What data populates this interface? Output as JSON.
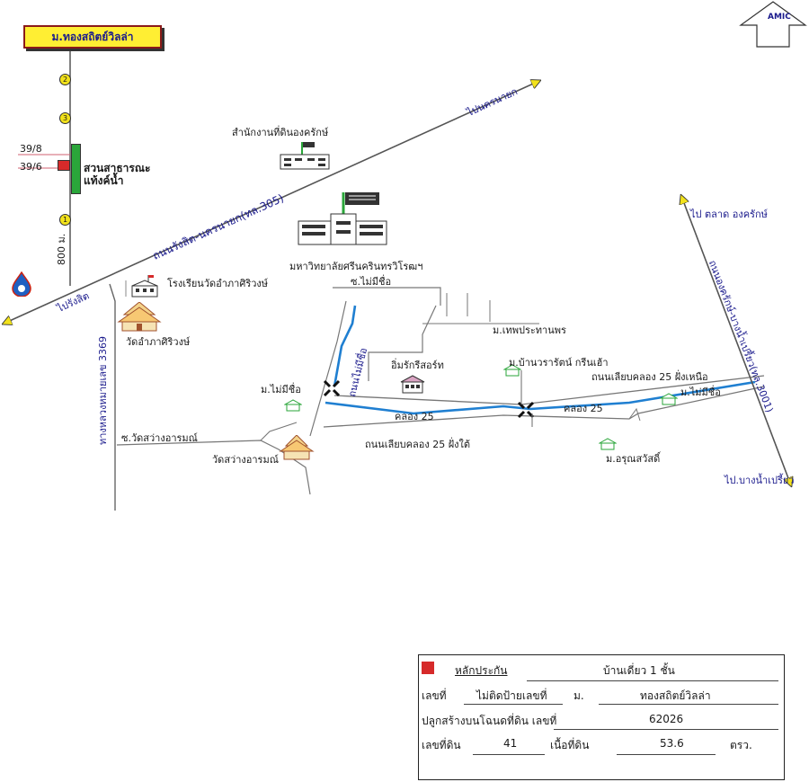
{
  "map": {
    "village_label": "ม.ทองสถิตย์วิลล่า",
    "compass": "AMIC",
    "markers": {
      "m2": "2",
      "m3": "3",
      "m1": "1"
    },
    "lot_39_8": "39/8",
    "lot_39_6": "39/6",
    "park": "สวนสาธารณะ แท้งค์น้ำ",
    "distance": "800 ม.",
    "to_nakhonnayok": "ไปนครนายก",
    "to_rangsit": "ไปรังสิต",
    "road_rangsit_nakhonnayok": "ถนนรังสิต-นครนายก(ทล.305)",
    "land_office": "สำนักงานที่ดินองครักษ์",
    "university": "มหาวิทยาลัยศรีนครินทรวิโรฒฯ",
    "soi_noname_top": "ซ.ไม่มีชื่อ",
    "school": "โรงเรียนวัดอำภาศิริวงษ์",
    "temple_ampa": "วัดอำภาศิริวงษ์",
    "m_theppratan": "ม.เทพประทานพร",
    "highway_3369": "ทางหลวงหมายเลข 3369",
    "soi_noname_side": "ถนนไม่มีชื่อ",
    "eimrak_resort": "อิ่มรักรีสอร์ท",
    "m_baanwararat": "ม.บ้านวรารัตน์ กรีนเฮ้า",
    "to_talad_ongkharak": "ไป ตลาด องครักษ์",
    "road_khlong25_north": "ถนนเลียบคลอง 25 ฝั่งเหนือ",
    "m_noname_left": "ม.ไม่มีชื่อ",
    "m_noname_right": "ม.ไม่มีชื่อ",
    "khlong25_a": "คลอง 25",
    "khlong25_b": "คลอง 25",
    "road_ongkharak": "ถนนองครักษ์-บางน้ำเปรี้ยว(ทล.3001)",
    "soi_watsawang": "ซ.วัดสว่างอารมณ์",
    "road_khlong25_south": "ถนนเลียบคลอง 25 ฝั่งใต้",
    "temple_sawang": "วัดสว่างอารมณ์",
    "m_arunsawat": "ม.อรุณสวัสดิ์",
    "to_bangnampriao": "ไป.บางน้ำเปรี้ยว"
  },
  "legend": {
    "title": "หลักประกัน",
    "type": "บ้านเดี่ยว 1 ชั้น",
    "no_label": "เลขที่",
    "no_value": "ไม่ติดป้ายเลขที่",
    "village_label": "ม.",
    "village_value": "ทองสถิตย์วิลล่า",
    "deed_label": "ปลูกสร้างบนโฉนดที่ดิน เลขที่",
    "deed_value": "62026",
    "land_no_label": "เลขที่ดิน",
    "land_no_value": "41",
    "area_label": "เนื้อที่ดิน",
    "area_value": "53.6",
    "area_unit": "ตรว.",
    "swatch_color": "#d62a2a"
  },
  "colors": {
    "canal": "#1f7fd1",
    "road": "#777777",
    "arrow": "#f2e21b",
    "label_bg": "#ffee33",
    "park": "#2aa63a",
    "text_blue": "#1a1a8c"
  }
}
